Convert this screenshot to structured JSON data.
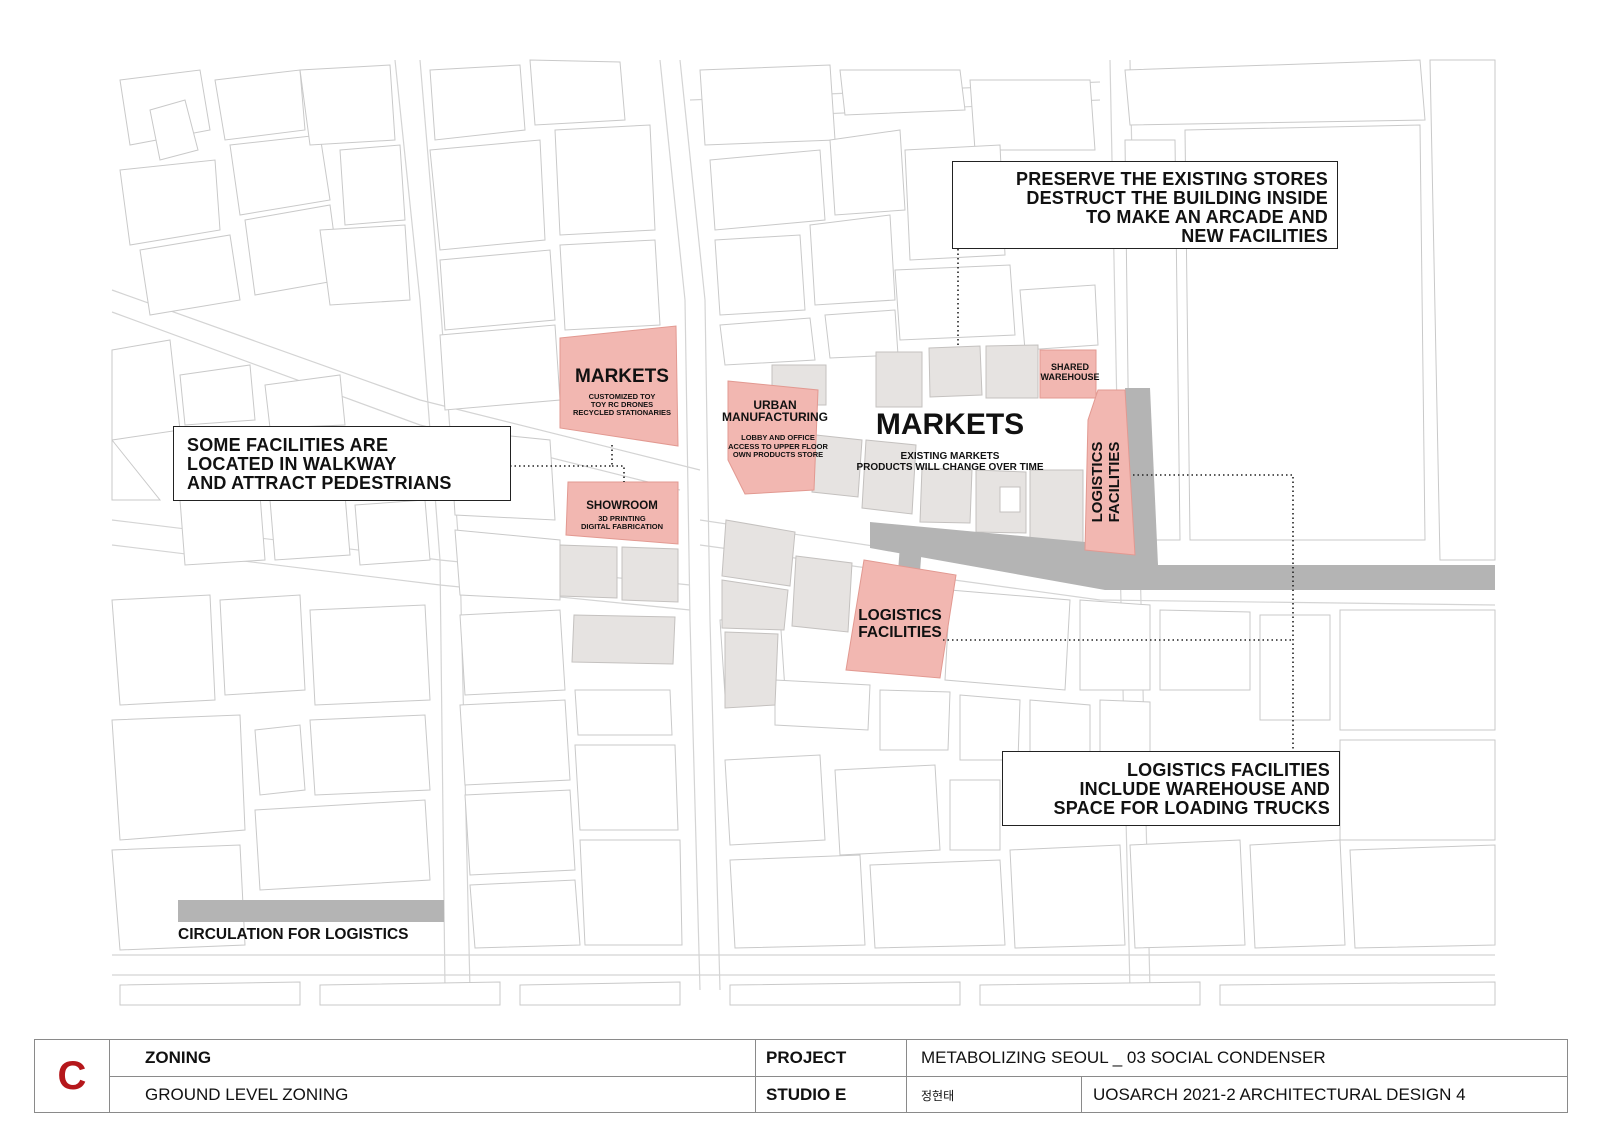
{
  "map": {
    "markets_west": {
      "title": "MARKETS",
      "lines": [
        "CUSTOMIZED TOY",
        "TOY RC DRONES",
        "RECYCLED STATIONARIES"
      ]
    },
    "showroom": {
      "title": "SHOWROOM",
      "lines": [
        "3D PRINTING",
        "DIGITAL FABRICATION"
      ]
    },
    "urban_manufacturing": {
      "title_lines": [
        "URBAN",
        "MANUFACTURING"
      ],
      "lines": [
        "LOBBY AND OFFICE",
        "ACCESS TO UPPER FLOOR",
        "OWN PRODUCTS STORE"
      ]
    },
    "markets_main": {
      "title": "MARKETS",
      "lines": [
        "EXISTING MARKETS",
        "PRODUCTS WILL CHANGE OVER TIME"
      ]
    },
    "shared_warehouse": {
      "lines": [
        "SHARED",
        "WAREHOUSE"
      ]
    },
    "logistics_vertical": {
      "lines": [
        "LOGISTICS",
        "FACILITIES"
      ]
    },
    "logistics_south": {
      "lines": [
        "LOGISTICS",
        "FACILITIES"
      ]
    }
  },
  "callouts": {
    "preserve": [
      "PRESERVE THE EXISTING STORES",
      "DESTRUCT THE BUILDING INSIDE",
      "TO MAKE AN ARCADE AND",
      "NEW FACILITIES"
    ],
    "walkway": [
      "SOME FACILITIES ARE",
      "LOCATED IN WALKWAY",
      "AND ATTRACT PEDESTRIANS"
    ],
    "logistics": [
      "LOGISTICS FACILITIES",
      "INCLUDE WAREHOUSE AND",
      "SPACE FOR LOADING TRUCKS"
    ]
  },
  "legend": {
    "label": "CIRCULATION FOR LOGISTICS",
    "color": "#b4b4b4"
  },
  "colors": {
    "proposed": "#f2b7b1",
    "existing": "#e6e3e1",
    "logo": "#b5171b"
  },
  "title_block": {
    "logo": "C",
    "sheet_title": "ZONING",
    "sheet_subtitle": "GROUND LEVEL ZONING",
    "project_label": "PROJECT",
    "project_value": "METABOLIZING SEOUL _ 03 SOCIAL CONDENSER",
    "studio_label": "STUDIO E",
    "author": "정현태",
    "course": "UOSARCH 2021-2 ARCHITECTURAL DESIGN 4"
  }
}
